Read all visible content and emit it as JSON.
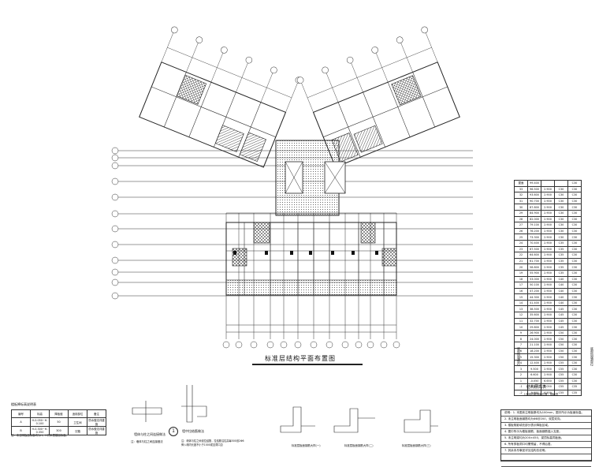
{
  "drawing": {
    "title": "标准层结构平面布置图"
  },
  "details": {
    "d1": "墙体与柱之间连接做法",
    "d1_note": "注：墙体与柱之间连接做法",
    "d2_num": "1",
    "d2": "墙中拉结筋做法",
    "d2_note1": "注：墙体与柱之间设拉结筋，拉结筋沿柱高每500设2Φ6",
    "d2_note2": "伸入墙内长度不小于1000或至洞口边",
    "d3": "标准层板面钢筋大样(一)",
    "d4": "标准层板面钢筋大样(二)",
    "d5": "标准层板面钢筋大样(三)"
  },
  "floor_table": {
    "rows": [
      [
        "屋面",
        "99.400",
        "",
        "",
        "C30"
      ],
      [
        "33",
        "96.500",
        "2.900",
        "C30",
        "C30"
      ],
      [
        "32",
        "93.600",
        "2.900",
        "C30",
        "C30"
      ],
      [
        "31",
        "90.700",
        "2.900",
        "C30",
        "C30"
      ],
      [
        "30",
        "87.800",
        "2.900",
        "C30",
        "C30"
      ],
      [
        "29",
        "84.900",
        "2.900",
        "C30",
        "C30"
      ],
      [
        "28",
        "82.000",
        "2.900",
        "C30",
        "C30"
      ],
      [
        "27",
        "79.100",
        "2.900",
        "C30",
        "C30"
      ],
      [
        "26",
        "76.200",
        "2.900",
        "C30",
        "C30"
      ],
      [
        "25",
        "73.300",
        "2.900",
        "C30",
        "C30"
      ],
      [
        "24",
        "70.400",
        "2.900",
        "C35",
        "C30"
      ],
      [
        "23",
        "67.500",
        "2.900",
        "C35",
        "C30"
      ],
      [
        "22",
        "64.600",
        "2.900",
        "C35",
        "C30"
      ],
      [
        "21",
        "61.700",
        "2.900",
        "C35",
        "C30"
      ],
      [
        "20",
        "58.800",
        "2.900",
        "C35",
        "C30"
      ],
      [
        "19",
        "55.900",
        "2.900",
        "C35",
        "C30"
      ],
      [
        "18",
        "53.000",
        "2.900",
        "C40",
        "C30"
      ],
      [
        "17",
        "50.100",
        "2.900",
        "C40",
        "C30"
      ],
      [
        "16",
        "47.200",
        "2.900",
        "C40",
        "C30"
      ],
      [
        "15",
        "44.300",
        "2.900",
        "C40",
        "C30"
      ],
      [
        "14",
        "41.400",
        "2.900",
        "C40",
        "C30"
      ],
      [
        "13",
        "38.500",
        "2.900",
        "C45",
        "C30"
      ],
      [
        "12",
        "35.600",
        "2.900",
        "C45",
        "C30"
      ],
      [
        "11",
        "32.700",
        "2.900",
        "C45",
        "C30"
      ],
      [
        "10",
        "29.800",
        "2.900",
        "C45",
        "C30"
      ],
      [
        "9",
        "26.900",
        "2.900",
        "C50",
        "C30"
      ],
      [
        "8",
        "24.000",
        "2.900",
        "C50",
        "C30"
      ],
      [
        "7",
        "21.100",
        "2.900",
        "C50",
        "C30"
      ],
      [
        "6",
        "18.200",
        "2.900",
        "C50",
        "C30"
      ],
      [
        "5",
        "15.300",
        "2.900",
        "C50",
        "C30"
      ],
      [
        "4",
        "12.400",
        "2.900",
        "C55",
        "C30"
      ],
      [
        "3",
        "9.500",
        "2.900",
        "C55",
        "C30"
      ],
      [
        "2",
        "6.600",
        "2.900",
        "C55",
        "C30"
      ],
      [
        "1",
        "-0.050",
        "6.650",
        "C55",
        "C30"
      ],
      [
        "-1",
        "-5.100",
        "5.050",
        "C55",
        "C35"
      ],
      [
        "-2",
        "-9.600",
        "4.500",
        "C55",
        "C35"
      ]
    ],
    "caption": "结构层高表",
    "sub": "上部结构嵌固端位置：基础顶",
    "left_label": "底部加强部位",
    "right_label": "底部加强部位"
  },
  "legend": {
    "caption": "楼板降标高说明表",
    "headers": [
      "编号",
      "标高",
      "降板值",
      "适用部位",
      "备注"
    ],
    "rows": [
      [
        "A",
        "H-0.050~H-0.100",
        "50",
        "卫生间",
        "防水做法详建施"
      ],
      [
        "B",
        "H-0.300~H-0.350",
        "300",
        "沉箱",
        "防水做法详建施"
      ]
    ],
    "foot": "注：未注明板面标高均为H，H为本层楼面标高。"
  },
  "notes": {
    "lines": [
      "说明：1. 本图未注明板厚均为100mm，图中所示为板面标高。",
      "2. 未注明板面钢筋均为Φ8@200，双层双向。",
      "3. 楼板阴影填充部分表示降板区域。",
      "4. 图中所示为楼板钢筋，板面钢筋锚入支座。",
      "5. 未注明梁均为200×450，梁顶标高同板面。",
      "6. 所有穿板洞口均需预留，不得后凿。",
      "7. 其余未尽事宜详见结构总说明。",
      "",
      ""
    ]
  }
}
